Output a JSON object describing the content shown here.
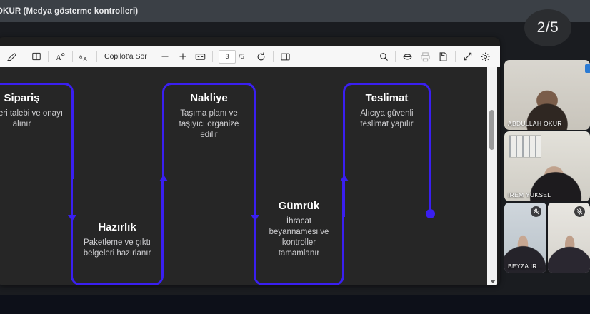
{
  "meeting": {
    "title": "OKUR (Medya gösterme kontrolleri)",
    "page_badge": "2/5"
  },
  "pdf_toolbar": {
    "highlight_icon": "highlighter-icon",
    "layout_icon": "two-page-layout-icon",
    "read_aloud_icon": "read-aloud-icon",
    "translate_icon": "translate-icon",
    "copilot_label": "Copilot'a Sor",
    "zoom_out_icon": "zoom-out-icon",
    "zoom_in_icon": "zoom-in-icon",
    "fit_page_icon": "fit-to-page-icon",
    "page_current": "3",
    "page_total": "/5",
    "rotate_icon": "rotate-icon",
    "thumbnails_icon": "thumbnail-pane-icon",
    "search_icon": "search-icon",
    "erase_icon": "erase-all-ink-icon",
    "print_icon": "print-icon",
    "save_icon": "save-icon",
    "fullscreen_icon": "fullscreen-icon",
    "settings_icon": "settings-gear-icon"
  },
  "diagram": {
    "accent_color": "#3a1ff0",
    "nodes": [
      {
        "id": "siparis",
        "title": "Sipariş",
        "desc": "Müşteri talebi ve onayı alınır",
        "row": "top"
      },
      {
        "id": "hazirlik",
        "title": "Hazırlık",
        "desc": "Paketleme ve çıktı belgeleri hazırlanır",
        "row": "bottom"
      },
      {
        "id": "nakliye",
        "title": "Nakliye",
        "desc": "Taşıma planı ve taşıyıcı organize edilir",
        "row": "top"
      },
      {
        "id": "gumruk",
        "title": "Gümrük",
        "desc": "İhracat beyannamesi ve kontroller tamamlanır",
        "row": "bottom"
      },
      {
        "id": "teslimat",
        "title": "Teslimat",
        "desc": "Alıcıya güvenli teslimat yapılır",
        "row": "top"
      }
    ]
  },
  "participants": [
    {
      "name": "ABDULLAH OKUR",
      "muted": false
    },
    {
      "name": "IREM YUKSEL",
      "muted": false
    },
    {
      "name": "BEYZA IR...",
      "muted": true
    },
    {
      "name": "",
      "muted": true
    }
  ]
}
